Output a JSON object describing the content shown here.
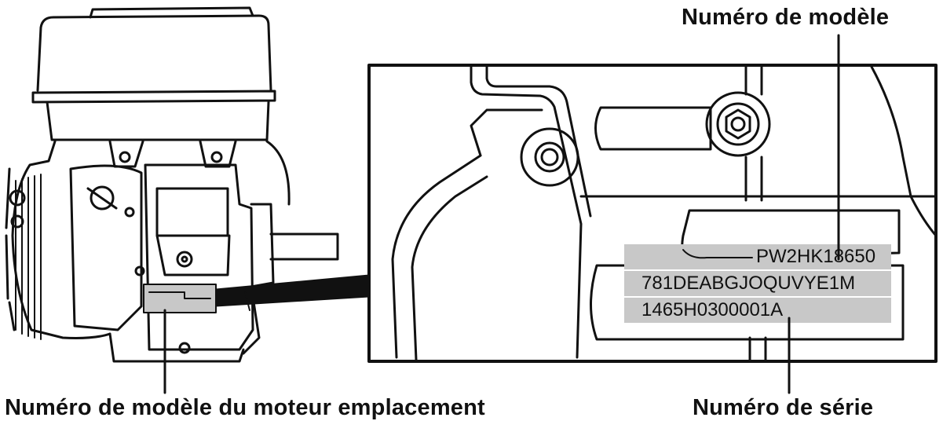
{
  "callouts": {
    "model_number": "Numéro de modèle",
    "location": "Numéro de modèle du moteur emplacement",
    "serial_number": "Numéro de série"
  },
  "plate": {
    "model": "PW2HK18650",
    "code": "781DEABGJOQUVYE1M",
    "serial": "1465H0300001A"
  },
  "colors": {
    "line": "#111111",
    "plate_fill": "#c8c8c8",
    "background": "#ffffff"
  }
}
